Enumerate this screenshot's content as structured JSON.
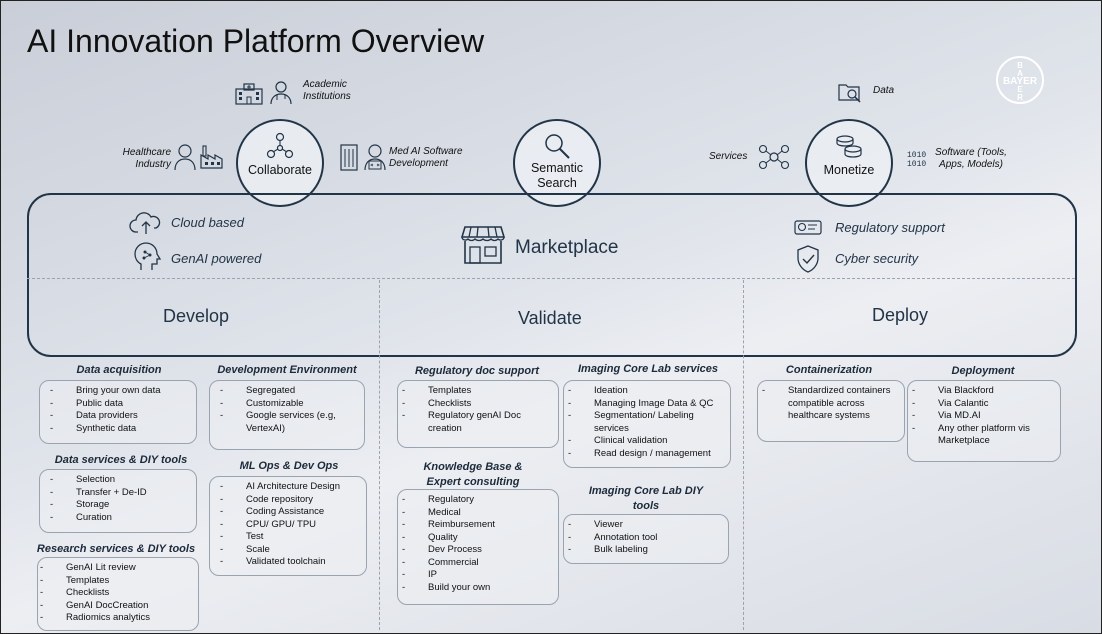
{
  "title": "AI Innovation Platform Overview",
  "logo_text": "BAYER",
  "top": {
    "collaborate": {
      "label": "Collaborate",
      "academic": "Academic Institutions",
      "healthcare": "Healthcare Industry",
      "med_ai": "Med AI Software Development"
    },
    "semantic_search": "Semantic Search",
    "monetize": {
      "label": "Monetize",
      "data": "Data",
      "services": "Services",
      "software": "Software (Tools, Apps, Models)"
    }
  },
  "platform": {
    "cloud": "Cloud based",
    "genai": "GenAI powered",
    "marketplace": "Marketplace",
    "regulatory": "Regulatory support",
    "cyber": "Cyber security",
    "phases": [
      "Develop",
      "Validate",
      "Deploy"
    ]
  },
  "sections": {
    "data_acquisition": {
      "title": "Data acquisition",
      "items": [
        "Bring your own data",
        "Public data",
        "Data providers",
        "Synthetic data"
      ]
    },
    "dev_env": {
      "title": "Development Environment",
      "items": [
        "Segregated",
        "Customizable",
        "Google services (e.g, VertexAI)"
      ]
    },
    "data_services": {
      "title": "Data services & DIY tools",
      "items": [
        "Selection",
        "Transfer + De-ID",
        "Storage",
        "Curation"
      ]
    },
    "mlops": {
      "title": "ML Ops & Dev Ops",
      "items": [
        "AI Architecture Design",
        "Code repository",
        "Coding Assistance",
        "CPU/ GPU/ TPU",
        "Test",
        "Scale",
        "Validated toolchain"
      ]
    },
    "research": {
      "title": "Research services & DIY tools",
      "items": [
        "GenAI Lit review",
        "Templates",
        "Checklists",
        "GenAI DocCreation",
        "Radiomics analytics"
      ]
    },
    "reg_doc": {
      "title": "Regulatory doc support",
      "items": [
        "Templates",
        "Checklists",
        "Regulatory genAI Doc creation"
      ]
    },
    "imaging_services": {
      "title": "Imaging Core Lab services",
      "items": [
        "Ideation",
        "Managing Image Data & QC",
        "Segmentation/ Labeling services",
        "Clinical validation",
        "Read design / management"
      ]
    },
    "knowledge": {
      "title": "Knowledge Base & Expert consulting",
      "items": [
        "Regulatory",
        "Medical",
        "Reimbursement",
        "Quality",
        "Dev Process",
        "Commercial",
        "IP",
        "Build your own"
      ]
    },
    "imaging_diy": {
      "title": "Imaging Core Lab DIY tools",
      "items": [
        "Viewer",
        "Annotation tool",
        "Bulk labeling"
      ]
    },
    "containerization": {
      "title": "Containerization",
      "items": [
        "Standardized containers compatible across healthcare systems"
      ]
    },
    "deployment": {
      "title": "Deployment",
      "items": [
        "Via Blackford",
        "Via Calantic",
        "Via MD.AI",
        "Any other platform vis Marketplace"
      ]
    }
  }
}
